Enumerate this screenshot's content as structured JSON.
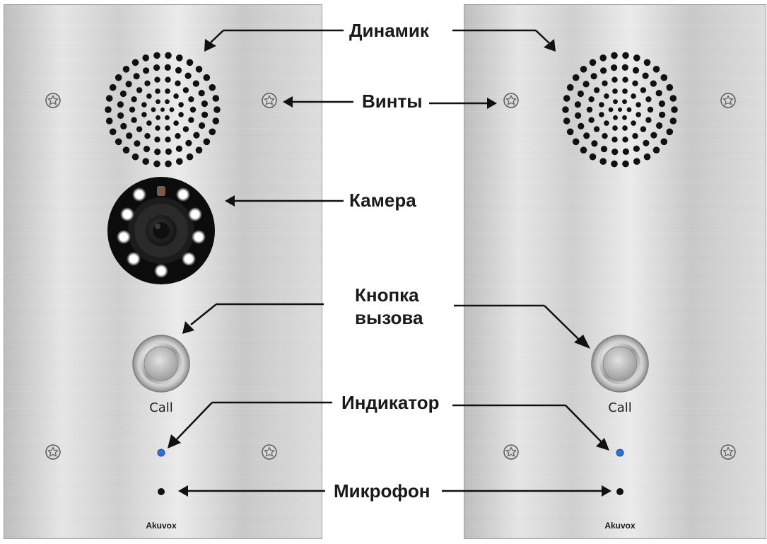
{
  "callouts": {
    "speaker": "Динамик",
    "screws": "Винты",
    "camera": "Камера",
    "call_button_line1": "Кнопка",
    "call_button_line2": "вызова",
    "indicator": "Индикатор",
    "microphone": "Микрофон"
  },
  "panels": {
    "left": {
      "call_label": "Call",
      "brand": "Akuvox"
    },
    "right": {
      "call_label": "Call",
      "brand": "Akuvox"
    }
  },
  "colors": {
    "label_text": "#1a1a1a",
    "indicator_led": "#2f6fd6",
    "camera_ir_led": "#ffffff",
    "camera_housing": "#0c0c0c",
    "panel_metal": "#d6d6d6"
  }
}
